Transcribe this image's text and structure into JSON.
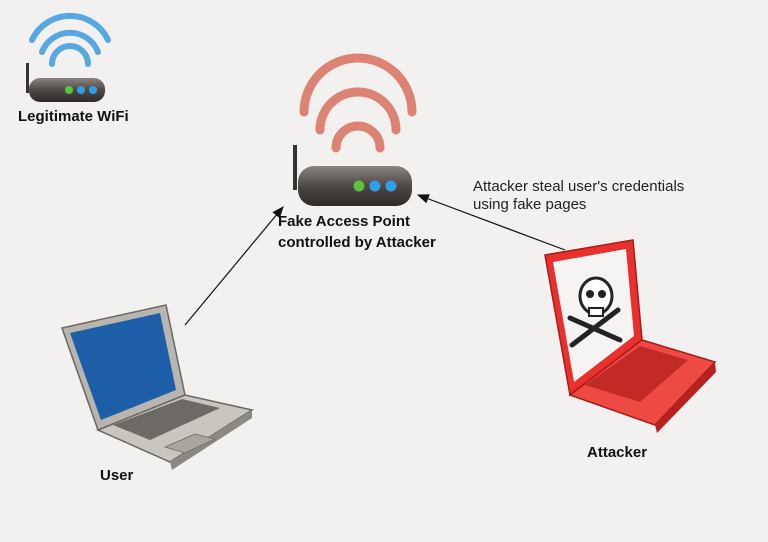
{
  "legit_wifi": {
    "label": "Legitimate WiFi",
    "signal_color": "#3d9be0"
  },
  "fake_ap": {
    "label_line1": "Fake Access Point",
    "label_line2": "controlled by Attacker",
    "signal_color": "#d9705e"
  },
  "annotation": {
    "line1": "Attacker steal user's credentials",
    "line2": "using fake pages"
  },
  "user": {
    "label": "User",
    "screen_color": "#1c5fa8"
  },
  "attacker": {
    "label": "Attacker",
    "laptop_color": "#e8302c"
  }
}
